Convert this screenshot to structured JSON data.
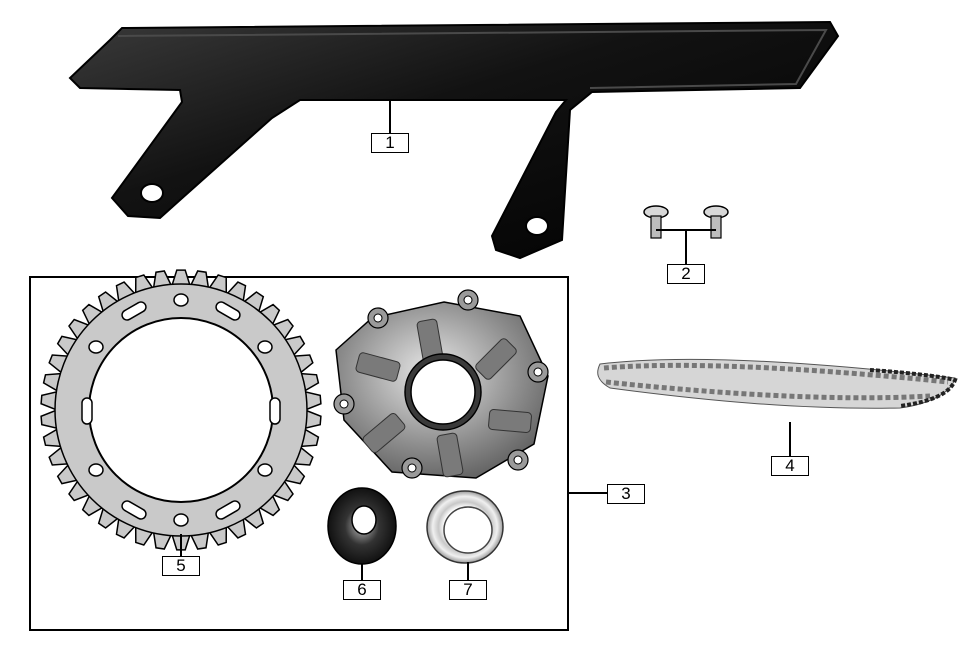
{
  "diagram": {
    "callouts": [
      {
        "id": "1",
        "label": "1",
        "part": "chain-guard"
      },
      {
        "id": "2",
        "label": "2",
        "part": "bolts"
      },
      {
        "id": "3",
        "label": "3",
        "part": "sprocket-assembly-group"
      },
      {
        "id": "4",
        "label": "4",
        "part": "drive-chain"
      },
      {
        "id": "5",
        "label": "5",
        "part": "rear-sprocket"
      },
      {
        "id": "6",
        "label": "6",
        "part": "bearing"
      },
      {
        "id": "7",
        "label": "7",
        "part": "oil-seal"
      }
    ],
    "colors": {
      "guard": "#151515",
      "sprocket": "#c9c9c9",
      "hub": "#8a8a8a",
      "chain": "#b5b5b5",
      "line": "#000000"
    }
  }
}
